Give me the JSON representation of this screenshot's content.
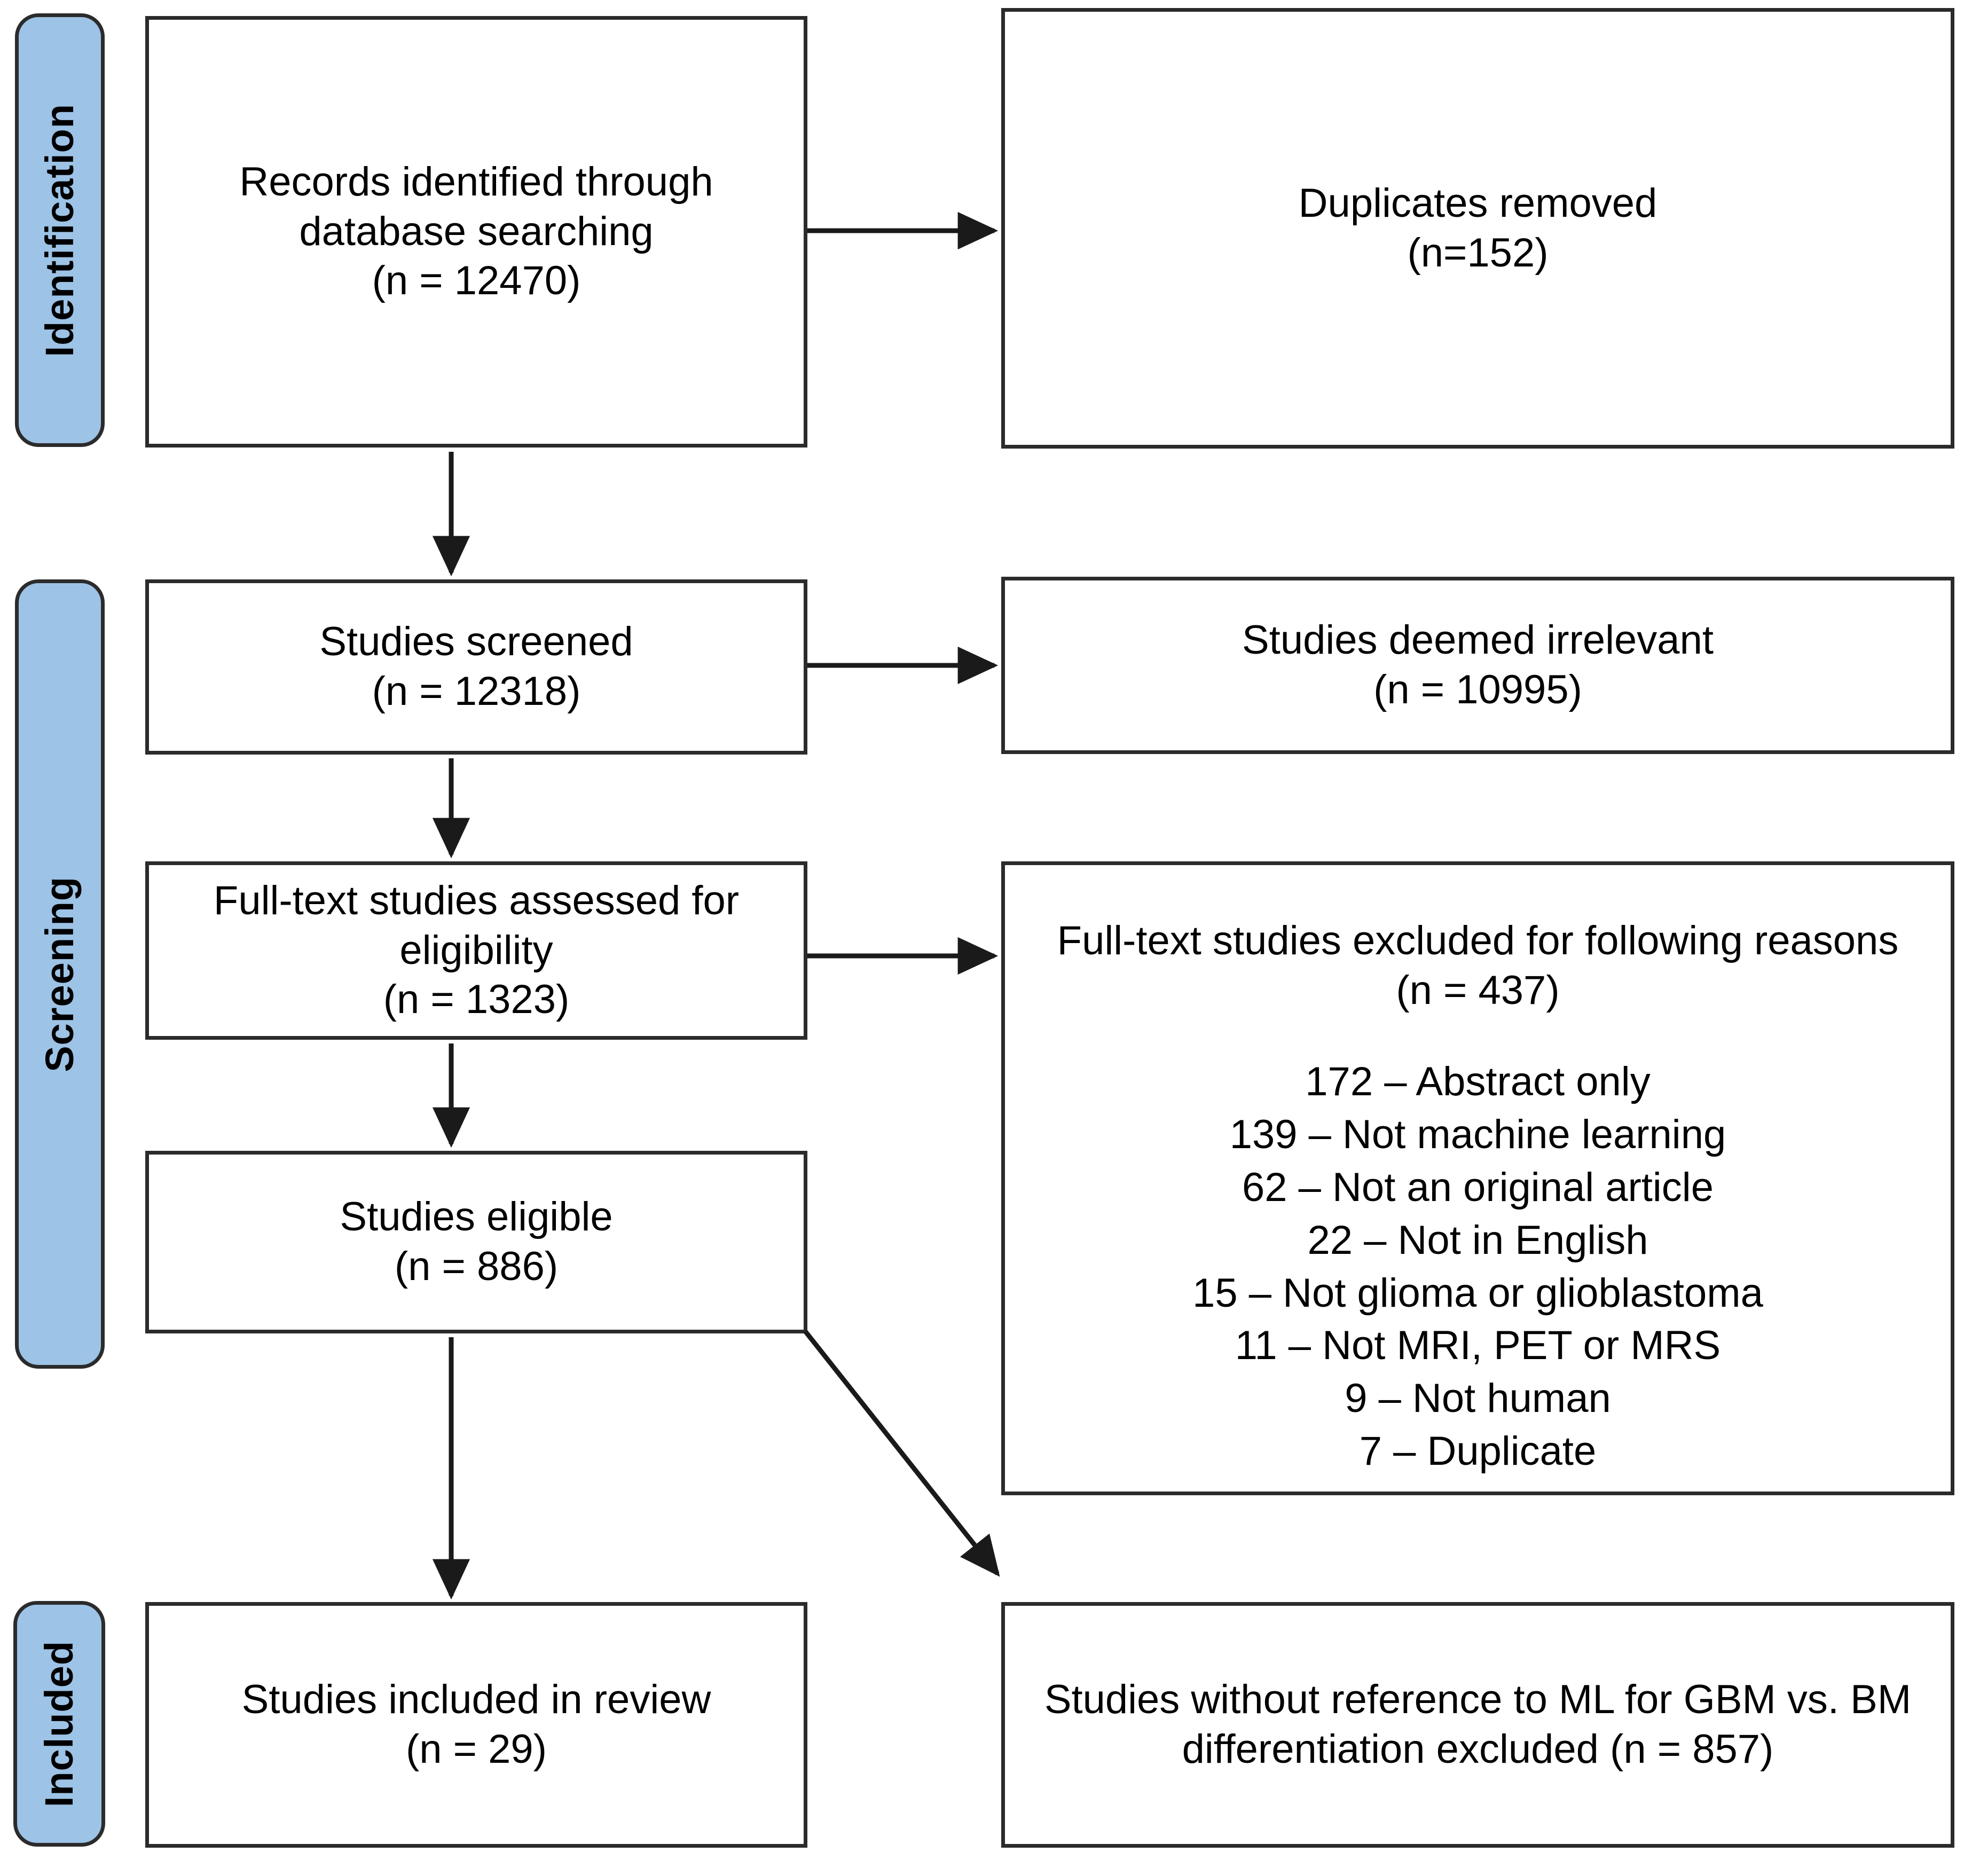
{
  "diagram": {
    "type": "prisma-flow-diagram",
    "accent_color": "#9DC3E6",
    "border_color": "#2b2b2b",
    "background_color": "#ffffff",
    "stages": [
      {
        "id": "identification",
        "label": "Identification"
      },
      {
        "id": "screening",
        "label": "Screening"
      },
      {
        "id": "included",
        "label": "Included"
      }
    ],
    "boxes": {
      "records_identified": {
        "text": "Records identified through\ndatabase searching\n(n = 12470)",
        "count": 12470
      },
      "duplicates_removed": {
        "text": "Duplicates removed\n(n=152)",
        "count": 152
      },
      "studies_screened": {
        "text": "Studies screened\n(n = 12318)",
        "count": 12318
      },
      "studies_irrelevant": {
        "text": "Studies deemed irrelevant\n(n = 10995)",
        "count": 10995
      },
      "fulltext_assessed": {
        "text": "Full-text studies assessed for\neligibility\n(n = 1323)",
        "count": 1323
      },
      "fulltext_excluded": {
        "heading": "Full-text studies excluded for following reasons\n(n = 437)",
        "count": 437,
        "reasons": [
          {
            "count": 172,
            "label": "Abstract only",
            "text": "172 – Abstract only"
          },
          {
            "count": 139,
            "label": "Not machine learning",
            "text": "139 – Not machine learning"
          },
          {
            "count": 62,
            "label": "Not an original article",
            "text": "62 – Not an original article"
          },
          {
            "count": 22,
            "label": "Not in English",
            "text": "22 – Not in English"
          },
          {
            "count": 15,
            "label": "Not glioma or glioblastoma",
            "text": "15 – Not glioma or glioblastoma"
          },
          {
            "count": 11,
            "label": "Not MRI, PET or MRS",
            "text": "11 – Not MRI, PET or MRS"
          },
          {
            "count": 9,
            "label": "Not human",
            "text": "9 – Not human"
          },
          {
            "count": 7,
            "label": "Duplicate",
            "text": "7 – Duplicate"
          }
        ]
      },
      "studies_eligible": {
        "text": "Studies eligible\n(n = 886)",
        "count": 886
      },
      "studies_included": {
        "text": "Studies included in review\n(n = 29)",
        "count": 29
      },
      "studies_without_reference": {
        "text": "Studies without reference to ML for GBM vs. BM\ndifferentiation excluded (n = 857)",
        "count": 857
      }
    }
  }
}
